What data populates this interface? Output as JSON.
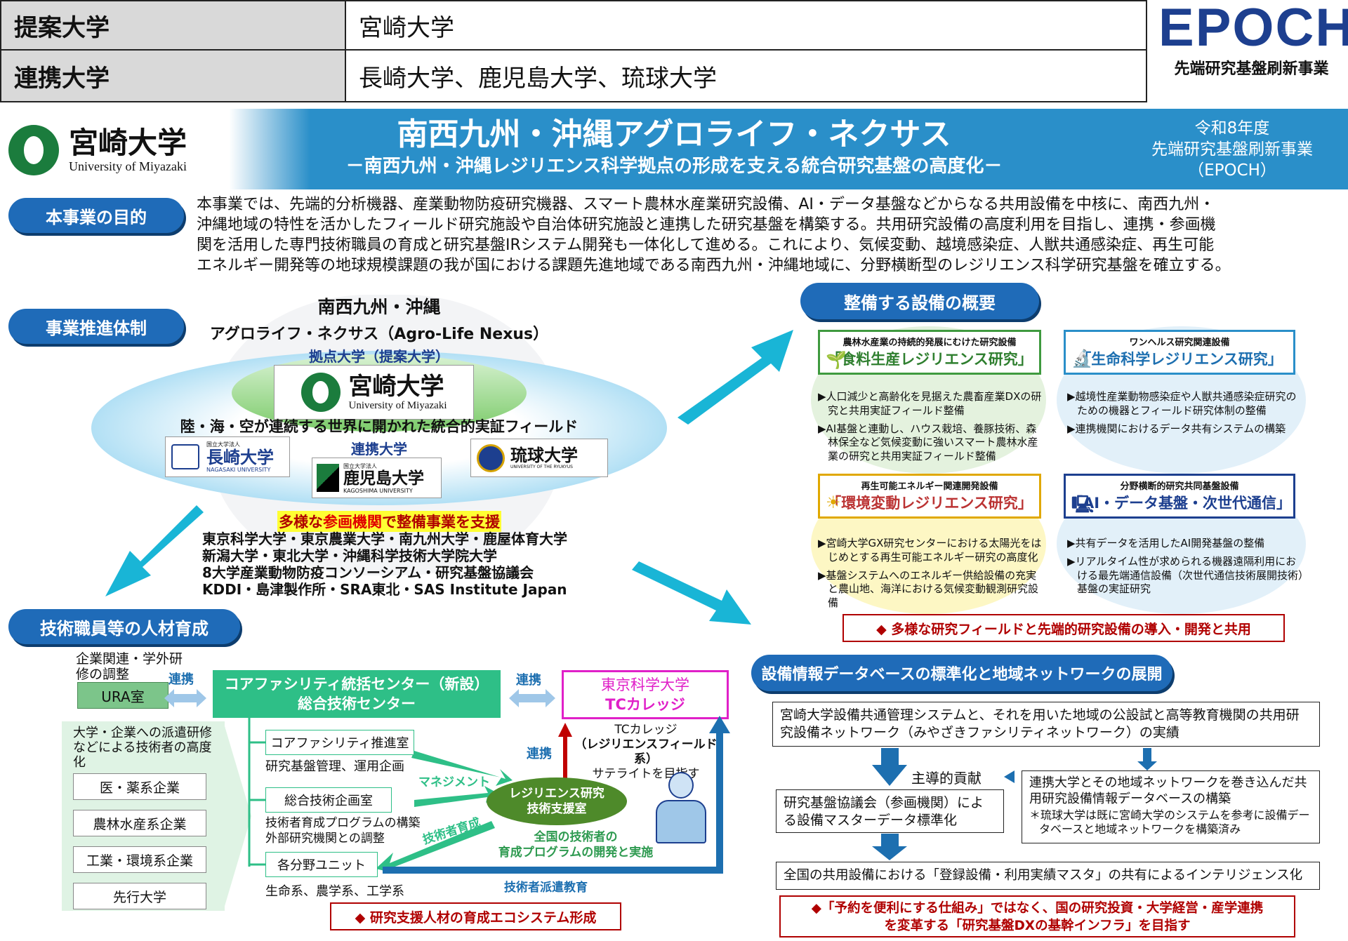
{
  "header": {
    "rows": [
      {
        "label": "提案大学",
        "value": "宮崎大学"
      },
      {
        "label": "連携大学",
        "value": "長崎大学、鹿児島大学、琉球大学"
      }
    ],
    "brand": {
      "name": "EPOCH",
      "subtitle": "先端研究基盤刷新事業",
      "color": "#1d3f8f"
    }
  },
  "banner": {
    "logo_jp": "宮崎大学",
    "logo_en": "University of Miyazaki",
    "title": "南西九州・沖縄アグロライフ・ネクサス",
    "subtitle": "－南西九州・沖縄レジリエンス科学拠点の形成を支える統合研究基盤の高度化－",
    "side": [
      "令和8年度",
      "先端研究基盤刷新事業",
      "（EPOCH）"
    ],
    "color": "#2a8fc9"
  },
  "purpose": {
    "label": "本事業の目的",
    "lines": [
      "本事業では、先端的分析機器、産業動物防疫研究機器、スマート農林水産業研究設備、AI・データ基盤などからなる共用設備を中核に、南西九州・",
      "沖縄地域の特性を活かしたフィールド研究施設や自治体研究施設と連携した研究基盤を構築する。共用研究設備の高度利用を目指し、連携・参画機",
      "関を活用した専門技術職員の育成と研究基盤IRシステム開発も一体化して進める。これにより、気候変動、越境感染症、人獣共通感染症、再生可能",
      "エネルギー開発等の地球規模課題の我が国における課題先進地域である南西九州・沖縄地域に、分野横断型のレジリエンス科学研究基盤を確立する。"
    ]
  },
  "system": {
    "label": "事業推進体制",
    "region": "南西九州・沖縄",
    "nexus": "アグロライフ・ネクサス（Agro-Life Nexus）",
    "hub_label": "拠点大学（提案大学）",
    "hub_jp": "宮崎大学",
    "hub_en": "University of Miyazaki",
    "field": "陸・海・空が連続する世界に開かれた統合的実証フィールド",
    "partner_label": "連携大学",
    "partners": [
      {
        "small": "国立大学法人",
        "jp": "長崎大学",
        "en": "NAGASAKI UNIVERSITY"
      },
      {
        "small": "国立大学法人",
        "jp": "鹿児島大学",
        "en": "KAGOSHIMA UNIVERSITY"
      },
      {
        "small": "",
        "jp": "琉球大学",
        "en": "UNIVERSITY OF THE RYUKYUS"
      }
    ],
    "support_parts": [
      "多様な",
      "参画機関",
      "で整備事業を支援"
    ],
    "participants": [
      "東京科学大学・東京農業大学・南九州大学・鹿屋体育大学",
      "新潟大学・東北大学・沖縄科学技術大学院大学",
      "8大学産業動物防疫コンソーシアム・研究基盤協議会",
      "KDDI・島津製作所・SRA東北・SAS Institute Japan"
    ]
  },
  "equipment": {
    "label": "整備する設備の概要",
    "blocks": [
      {
        "sub": "農林水産業の持続的発展にむけた研究設備",
        "title": "「食料生産レジリエンス研究」",
        "icon": "sprout-icon",
        "color": "#3f9a3f",
        "bullets": [
          "▶人口減少と高齢化を見据えた農畜産業DXの研究と共用実証フィールド整備",
          "▶AI基盤と連動し、ハウス栽培、養豚技術、森林保全など気候変動に強いスマート農林水産業の研究と共用実証フィールド整備"
        ]
      },
      {
        "sub": "ワンヘルス研究関連設備",
        "title": "「生命科学レジリエンス研究」",
        "icon": "microscope-icon",
        "color": "#2a8fc9",
        "bullets": [
          "▶越境性産業動物感染症や人獣共通感染症研究のための機器とフィールド研究体制の整備",
          "▶連携機関におけるデータ共有システムの構築"
        ]
      },
      {
        "sub": "再生可能エネルギー関連開発設備",
        "title": "「環境変動レジリエンス研究」",
        "icon": "sun-icon",
        "color": "#e0a800",
        "bullets": [
          "▶宮崎大学GX研究センターにおける太陽光をはじめとする再生可能エネルギー研究の高度化",
          "▶基盤システムへのエネルギー供給設備の充実と農山地、海洋における気候変動観測研究設備"
        ]
      },
      {
        "sub": "分野横断的研究共同基盤設備",
        "title": "「AI・データ基盤・次世代通信」",
        "icon": "computer-icon",
        "color": "#1d3f8f",
        "bullets": [
          "▶共有データを活用したAI開発基盤の整備",
          "▶リアルタイム性が求められる機器遠隔利用における最先端通信設備（次世代通信技術展開技術）基盤の実証研究"
        ]
      }
    ],
    "conclusion": "◆ 多様な研究フィールドと先端的研究設備の導入・開発と共用"
  },
  "hr": {
    "label": "技術職員等の人材育成",
    "corp_note": "企業関連・学外研修の調整",
    "ura": "URA室",
    "link1": "連携",
    "link2": "連携",
    "link3": "連携",
    "core_center": [
      "コアファシリティ統括センター（新設）",
      "総合技術センター"
    ],
    "tokyo": [
      "東京科学大学",
      "TCカレッジ"
    ],
    "tc_note": [
      "TCカレッジ",
      "（レジリエンスフィールド系）",
      "サテライトを目指す"
    ],
    "dispatch_note": "大学・企業への派遣研修などによる技術者の高度化",
    "categories": [
      "医・薬系企業",
      "農林水産系企業",
      "工業・環境系企業",
      "先行大学"
    ],
    "units": [
      {
        "name": "コアファシリティ推進室",
        "desc": "研究基盤管理、運用企画"
      },
      {
        "name": "総合技術企画室",
        "desc": "技術者育成プログラムの構築\n外部研究機関との調整"
      },
      {
        "name": "各分野ユニット",
        "desc": "生命系、農学系、工学系"
      }
    ],
    "management": "マネジメント",
    "training": "技術者育成",
    "support_room": [
      "レジリエンス研究",
      "技術支援室"
    ],
    "program": [
      "全国の技術者の",
      "育成プログラムの開発と実施"
    ],
    "dispatch_edu": "技術者派遣教育",
    "conclusion": "◆ 研究支援人材の育成エコシステム形成"
  },
  "db": {
    "label": "設備情報データベースの標準化と地域ネットワークの展開",
    "top": "宮崎大学設備共通管理システムと、それを用いた地域の公設試と高等教育機関の共用研究設備ネットワーク（みやざきファシリティネットワーク）の実績",
    "lead": "主導的貢献",
    "left": "研究基盤協議会（参画機関）による設備マスターデータ標準化",
    "right": "連携大学とその地域ネットワークを巻き込んだ共用研究設備情報データベースの構築",
    "right_note": "＊琉球大学は既に宮崎大学のシステムを参考に設備データベースと地域ネットワークを構築済み",
    "bottom": "全国の共用設備における「登録設備・利用実績マスタ」の共有によるインテリジェンス化",
    "conclusion": [
      "◆「予約を便利にする仕組み」ではなく、国の研究投資・大学経営・産学連携",
      "を変革する「研究基盤DXの基幹インフラ」を目指す"
    ]
  }
}
